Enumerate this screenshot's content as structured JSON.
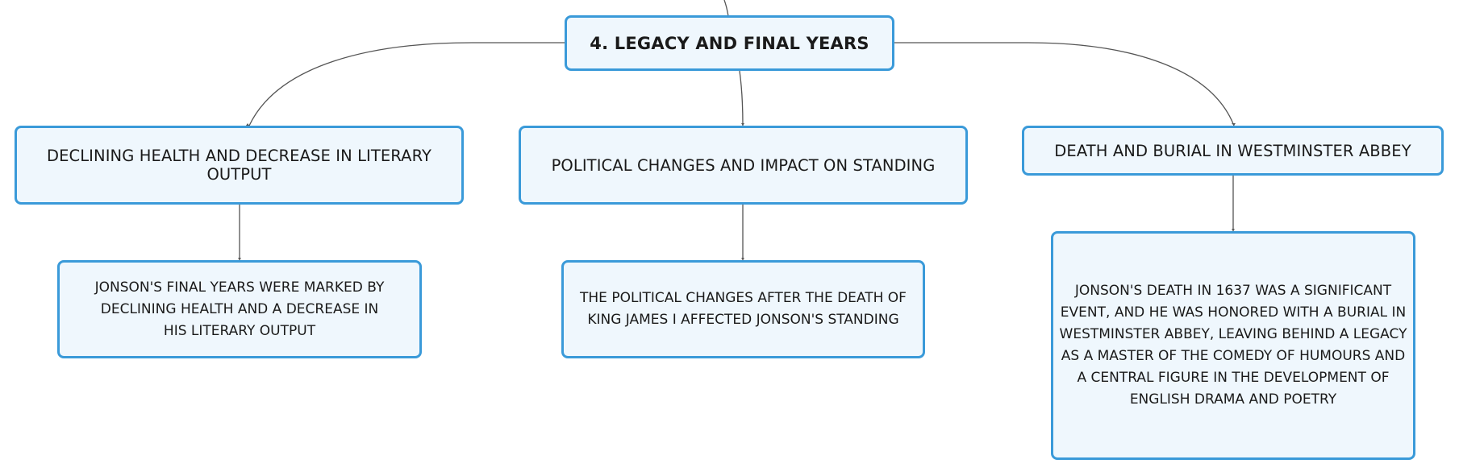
{
  "root": {
    "label": "4. LEGACY AND FINAL YEARS"
  },
  "branches": [
    {
      "label": "DECLINING HEALTH AND DECREASE IN LITERARY OUTPUT",
      "detail": "JONSON'S FINAL YEARS WERE MARKED BY DECLINING HEALTH AND A DECREASE IN HIS LITERARY OUTPUT"
    },
    {
      "label": "POLITICAL CHANGES AND IMPACT ON STANDING",
      "detail": "THE POLITICAL CHANGES AFTER THE DEATH OF KING JAMES I AFFECTED JONSON'S STANDING"
    },
    {
      "label": "DEATH AND BURIAL IN WESTMINSTER ABBEY",
      "detail": "JONSON'S DEATH IN 1637 WAS A SIGNIFICANT EVENT, AND HE WAS HONORED WITH A BURIAL IN WESTMINSTER ABBEY, LEAVING BEHIND A LEGACY AS A MASTER OF THE COMEDY OF HUMOURS AND A CENTRAL FIGURE IN THE DEVELOPMENT OF ENGLISH DRAMA AND POETRY"
    }
  ],
  "colors": {
    "node_fill": "#eff7fd",
    "node_border": "#3a9ad9",
    "connector": "#555555",
    "text": "#1a1a1a"
  }
}
